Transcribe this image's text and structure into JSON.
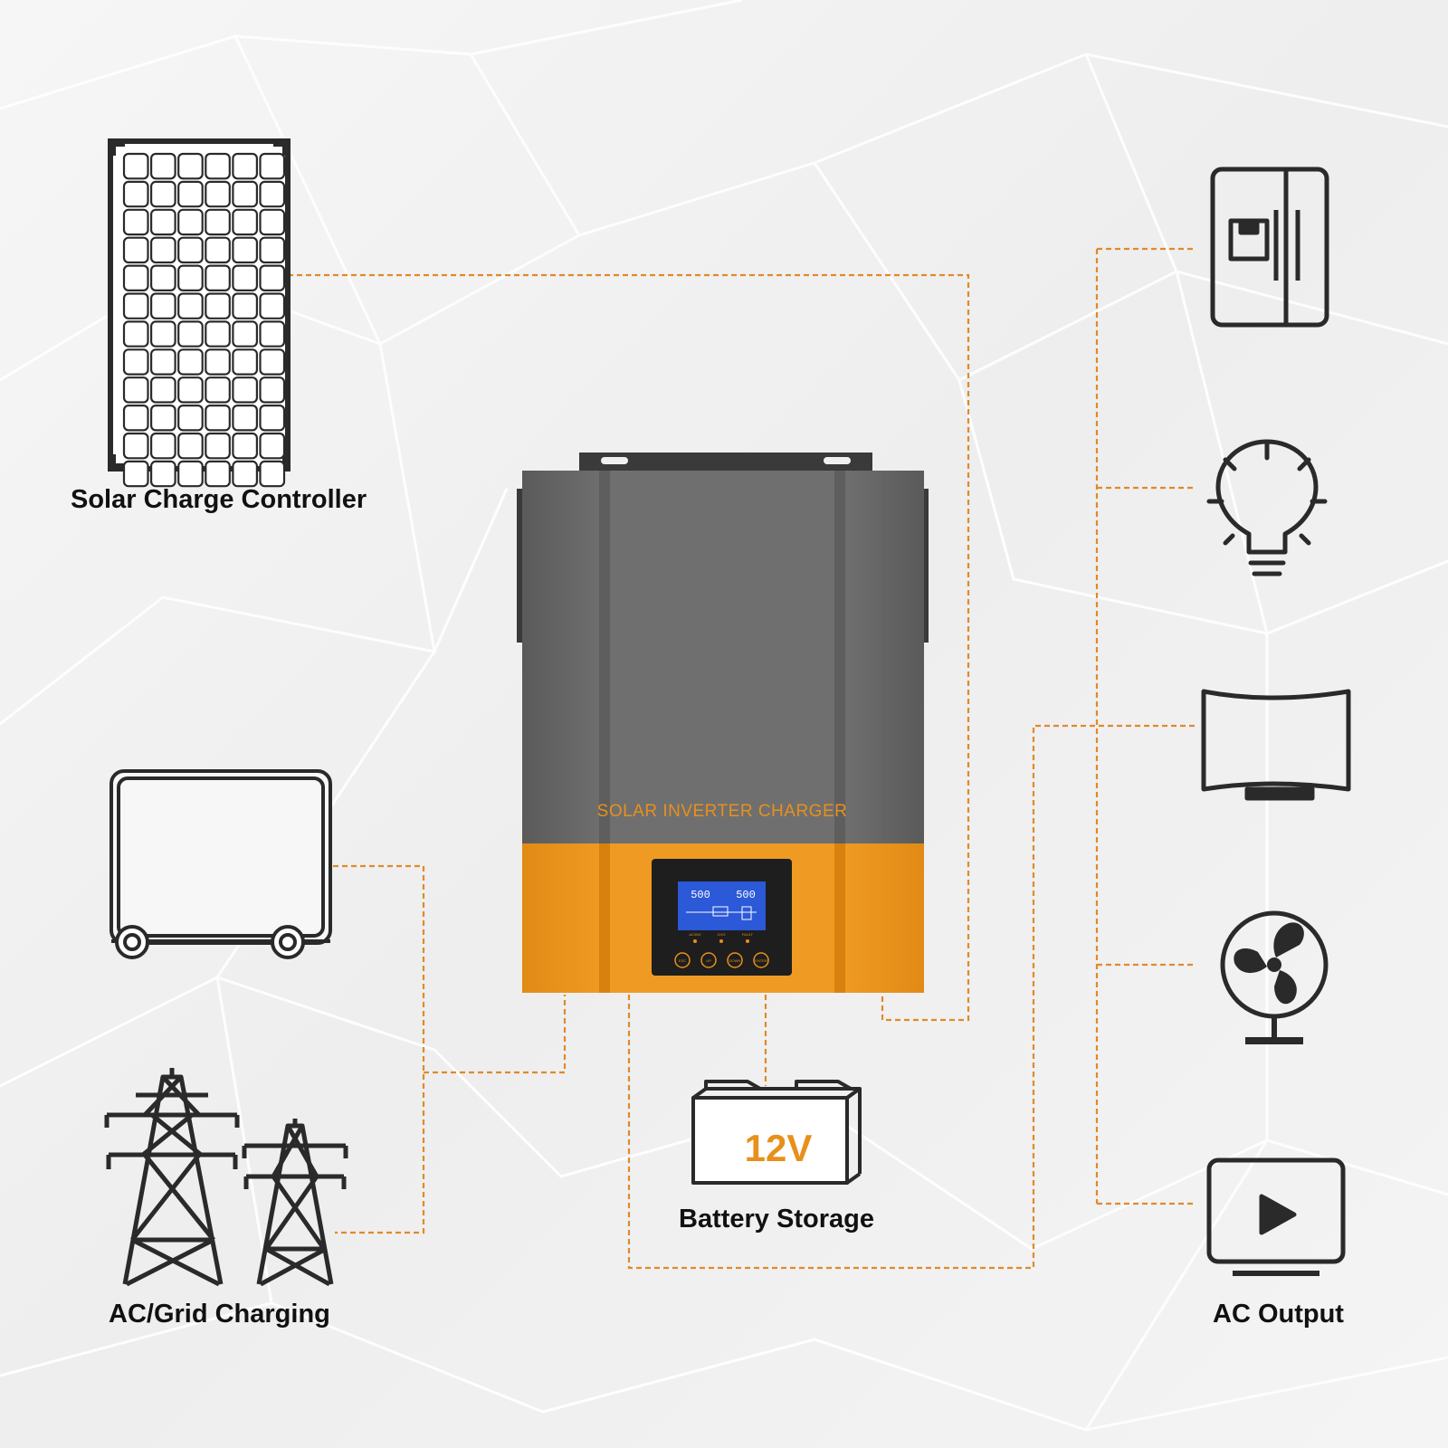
{
  "labels": {
    "solar": "Solar Charge Controller",
    "grid": "AC/Grid Charging",
    "battery": "Battery Storage",
    "output": "AC Output"
  },
  "battery": {
    "voltage": "12V"
  },
  "inverter": {
    "title": "SOLAR INVERTER CHARGER",
    "lcd_left": "500",
    "lcd_right": "500",
    "indicators": [
      "AC/INV",
      "CHG",
      "FAULT"
    ],
    "buttons": [
      "ESC",
      "UP",
      "DOWN",
      "ENTER"
    ]
  },
  "colors": {
    "accent": "#e8901c",
    "body_gray": "#6b6b6b",
    "line": "#e08a2a",
    "icon": "#2a2a2a",
    "lcd": "#2c59d8"
  },
  "icons": {
    "solar": "solar-panel-icon",
    "generator": "generator-icon",
    "grid": "power-tower-icon",
    "battery": "battery-icon",
    "fridge": "refrigerator-icon",
    "bulb": "light-bulb-icon",
    "tv": "curved-tv-icon",
    "fan": "fan-icon",
    "monitor": "monitor-play-icon"
  }
}
